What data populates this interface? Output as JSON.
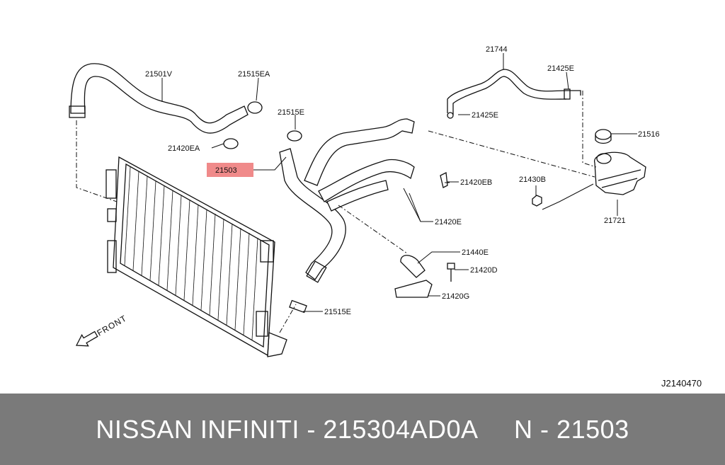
{
  "diagram": {
    "part_labels": {
      "p21501V": "21501V",
      "p21515EA": "21515EA",
      "p21515E_top": "21515E",
      "p21420EA": "21420EA",
      "p21503": "21503",
      "p21744": "21744",
      "p21425E_top": "21425E",
      "p21425E_mid": "21425E",
      "p21516": "21516",
      "p21420EB": "21420EB",
      "p21430B": "21430B",
      "p21721": "21721",
      "p21420E": "21420E",
      "p21440E": "21440E",
      "p21420D": "21420D",
      "p21420G": "21420G",
      "p21515E_bottom": "21515E"
    },
    "front_label": "FRONT",
    "drawing_code": "J2140470",
    "highlight_color": "#f08a8a"
  },
  "caption": {
    "text": "NISSAN INFINITI - 215304AD0A     N - 21503"
  }
}
